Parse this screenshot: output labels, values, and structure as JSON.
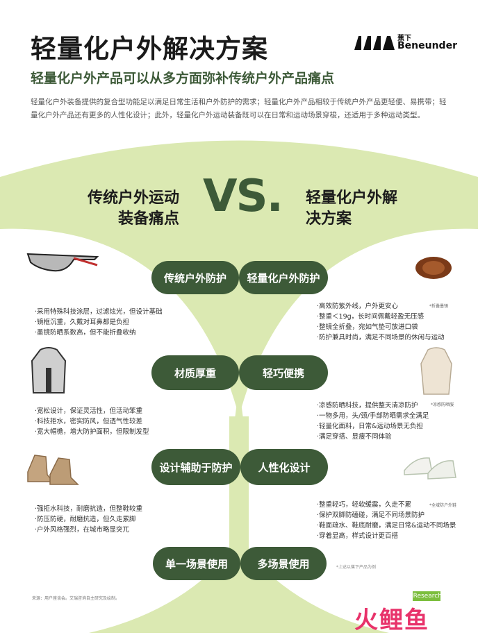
{
  "header": {
    "title": "轻量化户外解决方案",
    "subtitle": "轻量化户外产品可以从多方面弥补传统户外产品痛点",
    "intro": "轻量化户外装备提供的复合型功能足以满足日常生活和户外防护的需求；轻量化户外产品相较于传统户外产品更轻便、易携带；轻量化户外产品还有更多的人性化设计；此外，轻量化户外运动装备既可以在日常和运动场景穿梭，还适用于多种运动类型。"
  },
  "brand": {
    "cn": "蕉下",
    "en": "Beneunder"
  },
  "headings": {
    "left": "传统户外运动装备痛点",
    "vs": "VS.",
    "right": "轻量化户外解决方案"
  },
  "rows": [
    {
      "left_pill": "传统户外防护",
      "right_pill": "轻量化户外防护",
      "left_bullets": [
        "·采用特殊科技涂层，过滤炫光，但设计基础",
        "·镜框沉重，久戴对耳鼻都是负担",
        "·墨镜防晒系数高，但不能折叠收纳"
      ],
      "right_bullets": [
        "·高效防紫外线，户外更安心",
        "·整重＜19g，长时间佩戴轻盈无压感",
        "·整镜全折叠，宛如气垫可放进口袋",
        "·防护兼具时尚，满足不同场景的休闲与运动"
      ],
      "tag": "*折叠墨镜"
    },
    {
      "left_pill": "材质厚重",
      "right_pill": "轻巧便携",
      "left_bullets": [
        "·宽松设计，保证灵活性，但活动笨重",
        "·科技拒水，密实防风，但透气性较差",
        "·宽大帽檐，增大防护面积，但限制发型"
      ],
      "right_bullets": [
        "·凉感防晒科技，提供整天清凉防护",
        "·一物多用，头/颈/手部防晒需求全满足",
        "·轻量化面料，日常&运动场景无负担",
        "·满足穿搭、显瘦不同体验"
      ],
      "tag": "*凉感防晒服"
    },
    {
      "left_pill": "设计辅助于防护",
      "right_pill": "人性化设计",
      "left_bullets": [
        "·强拒水科技，耐磨抗造，但整鞋较重",
        "·防压防硬，耐磨抗造，但久走累脚",
        "·户外风格强烈，在城市略显突兀"
      ],
      "right_bullets": [
        "·整重轻巧，轻软缓震，久走不累",
        "·保护双脚防磕碰，满足不同场景防护",
        "·鞋面疏水、鞋底耐磨，满足日常&运动不同场景",
        "·穿着显高，样式设计更百搭"
      ],
      "tag": "*全域防户外鞋"
    },
    {
      "left_pill": "单一场景使用",
      "right_pill": "多场景使用"
    }
  ],
  "footer": {
    "source": "来源：用户座谈会。艾瑞咨询自主研究及绘制。",
    "note": "*上述以蕉下产品为例",
    "iresearch": "iResearch",
    "watermark": "火鲤鱼"
  },
  "colors": {
    "accent": "#3d5a38",
    "band": "#dbe9b2",
    "watermark": "#e8326a"
  }
}
